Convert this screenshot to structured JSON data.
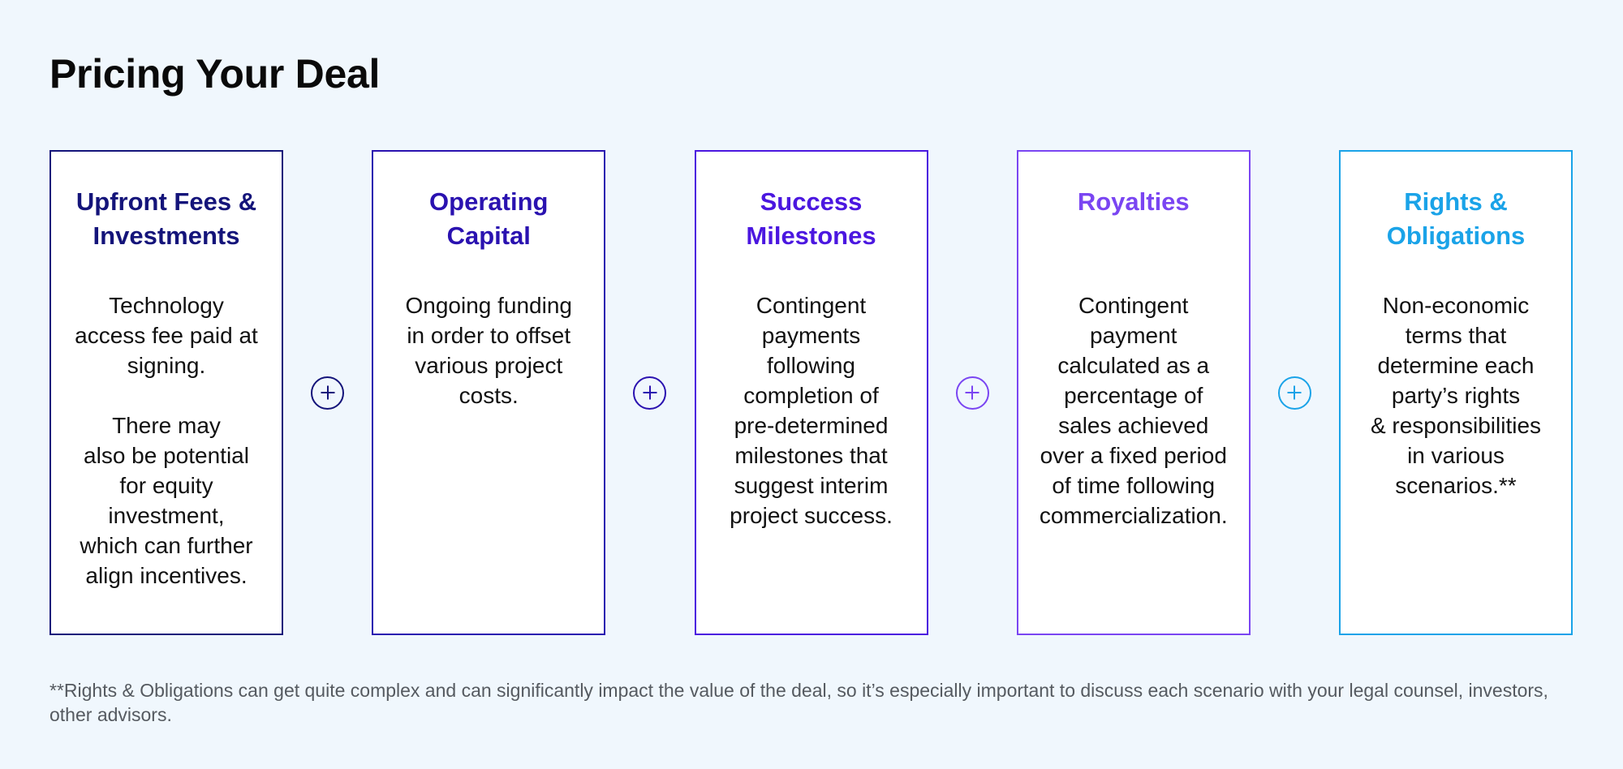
{
  "page": {
    "title": "Pricing Your Deal"
  },
  "colors": {
    "background": "#f0f7fd",
    "card_1": "#14147a",
    "card_2": "#2a12b0",
    "card_3": "#4b17e0",
    "card_4": "#7a45f2",
    "card_5": "#1aa3e8"
  },
  "cards": [
    {
      "title": "Upfront Fees &\nInvestments",
      "body": "Technology\naccess fee paid at\nsigning.\n\nThere may\nalso be potential\nfor equity\ninvestment,\nwhich can further\nalign incentives."
    },
    {
      "title": "Operating\nCapital",
      "body": "Ongoing funding\nin order to offset\nvarious project\ncosts."
    },
    {
      "title": "Success\nMilestones",
      "body": "Contingent\npayments\nfollowing\ncompletion of\npre-determined\nmilestones that\nsuggest interim\nproject success."
    },
    {
      "title": "Royalties",
      "body": "Contingent\npayment\ncalculated as a\npercentage of\nsales achieved\nover a fixed period\nof time following\ncommercialization."
    },
    {
      "title": "Rights &\nObligations",
      "body": "Non-economic\nterms that\ndetermine each\nparty’s rights\n& responsibilities\nin various\nscenarios.**"
    }
  ],
  "connectors": {
    "icon": "plus-circle"
  },
  "footnote": "**Rights & Obligations can get quite complex and can significantly impact the value of the deal, so it’s especially important to discuss each scenario with your legal counsel, investors, other advisors."
}
